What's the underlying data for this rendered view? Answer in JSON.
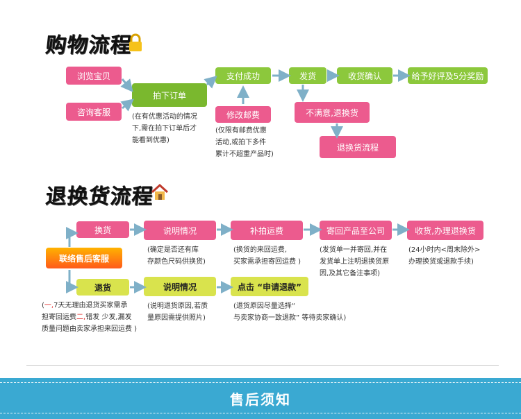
{
  "section1": {
    "title": "购物流程",
    "boxes": {
      "browse": "浏览宝贝",
      "consult": "咨询客服",
      "order": "拍下订单",
      "pay": "支付成功",
      "ship": "发货",
      "confirm": "收货确认",
      "review": "给予好评及5分奖励",
      "modify_fee": "修改邮费",
      "unsatisfied": "不满意,退换货",
      "return_flow": "退换货流程"
    },
    "notes": {
      "order_note": [
        "(在有优惠活动的情况",
        "下,需在拍下订单后才",
        "能看到优惠)"
      ],
      "fee_note": [
        "(仅限有邮费优惠",
        "活动,或拍下多件",
        "累计不超重产品时)"
      ]
    }
  },
  "section2": {
    "title": "退换货流程",
    "boxes": {
      "contact": "联络售后客服",
      "exchange": "换货",
      "explain1": "说明情况",
      "pay_shipping": "补拍运费",
      "send_back": "寄回产品至公司",
      "receive": "收货,办理退换货",
      "refund": "退货",
      "explain2": "说明情况",
      "click_apply": "点击  “申请退款”"
    },
    "notes": {
      "explain1_note": [
        "(确定是否还有库",
        "存颜色尺码供换货)"
      ],
      "pay_note": [
        "(换货的来回运费,",
        "买家需承担寄回运费 )"
      ],
      "send_note": [
        "(发货单一并寄回,并在",
        "发货单上注明退换货原",
        "因,及其它备注事项)"
      ],
      "receive_note": [
        "(24小时内<周末除外>",
        "办理换货或退款手续)"
      ],
      "refund_note_1_a": "(",
      "refund_note_1_b": "一,",
      "refund_note_1_c": "7天无理由退货买家需承",
      "refund_note_2_a": "担寄回运费",
      "refund_note_2_b": "二,",
      "refund_note_2_c": "错发 少发,漏发",
      "refund_note_3": "质量问题由卖家承担来回运费 )",
      "explain2_note": [
        "(说明退货原因,若质",
        "量原因需提供照片)"
      ],
      "apply_note": [
        "(退货原因尽量选择“",
        "与卖家协商一致退款” 等待卖家确认)"
      ]
    }
  },
  "footer": {
    "banner_text": "售后须知"
  },
  "colors": {
    "pink": "#ec5b8e",
    "green": "#8cc83c",
    "yellow": "#d9e34d",
    "orange": "#ff7a10",
    "arrow": "#7fb0c8",
    "banner": "#3aa9d2"
  }
}
